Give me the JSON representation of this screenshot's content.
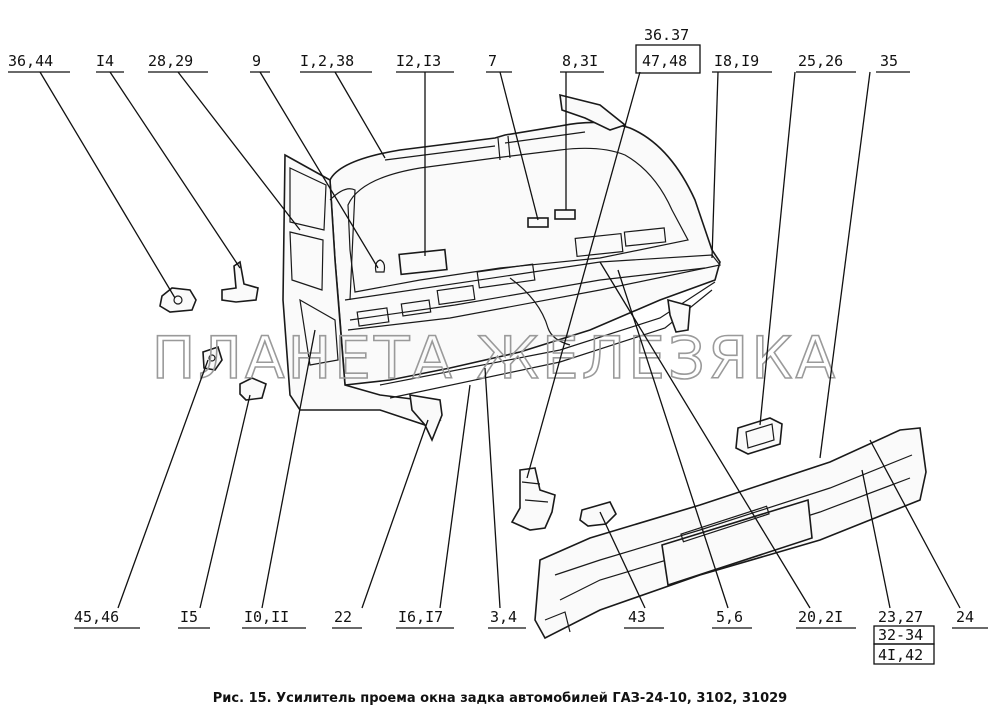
{
  "caption": "Рис. 15. Усилитель проема окна задка автомобилей ГАЗ-24-10, 3102, 31029",
  "watermark": "ПЛАНЕТА ЖЕЛЕЗЯКА",
  "callouts_top": [
    "36,44",
    "I4",
    "28,29",
    "9",
    "I,2,38",
    "I2,I3",
    "7",
    "8,3I",
    "36.37",
    "47,48",
    "I8,I9",
    "25,26",
    "35"
  ],
  "callouts_bottom": [
    "45,46",
    "I5",
    "I0,II",
    "22",
    "I6,I7",
    "3,4",
    "43",
    "5,6",
    "20,2I",
    "23,27",
    "32-34",
    "4I,42",
    "24"
  ]
}
